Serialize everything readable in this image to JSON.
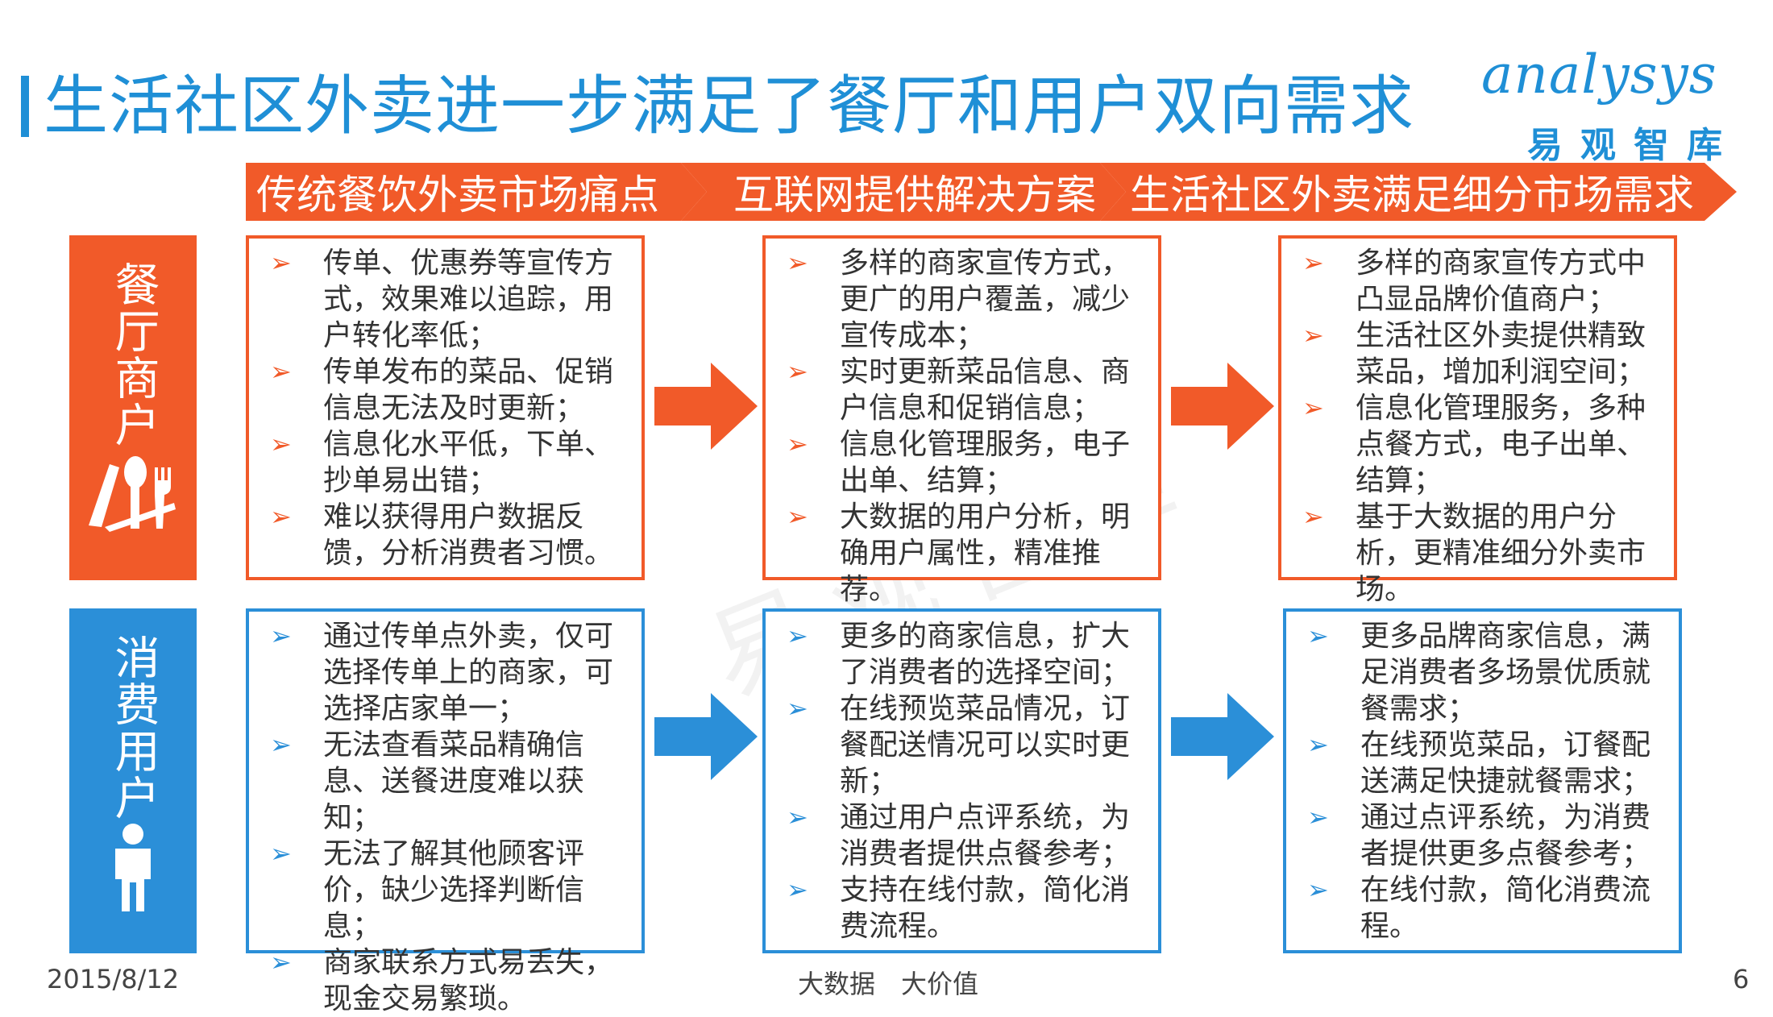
{
  "title": "生活社区外卖进一步满足了餐厅和用户双向需求",
  "logo": {
    "word": "analysys",
    "cn": "易观智库"
  },
  "colors": {
    "orange": "#f15a29",
    "blue": "#2b8fd8",
    "title_blue": "#1f8fd6"
  },
  "headers": [
    "传统餐饮外卖市场痛点",
    "互联网提供解决方案",
    "生活社区外卖满足细分市场需求"
  ],
  "categories": [
    {
      "label": "餐厅商户",
      "icon": "fork-spoon-knife-icon"
    },
    {
      "label": "消费用户",
      "icon": "person-icon"
    }
  ],
  "rows": {
    "merchant": [
      [
        "传单、优惠券等宣传方式，效果难以追踪，用户转化率低；",
        "传单发布的菜品、促销信息无法及时更新；",
        "信息化水平低，下单、抄单易出错；",
        "难以获得用户数据反馈，分析消费者习惯。"
      ],
      [
        "多样的商家宣传方式，更广的用户覆盖，减少宣传成本；",
        "实时更新菜品信息、商户信息和促销信息；",
        "信息化管理服务，电子出单、结算；",
        "大数据的用户分析，明确用户属性，精准推荐。"
      ],
      [
        "多样的商家宣传方式中凸显品牌价值商户；",
        "生活社区外卖提供精致菜品，增加利润空间；",
        "信息化管理服务，多种点餐方式，电子出单、结算；",
        "基于大数据的用户分析，更精准细分外卖市场。"
      ]
    ],
    "consumer": [
      [
        "通过传单点外卖，仅可选择传单上的商家，可选择店家单一；",
        "无法查看菜品精确信息、送餐进度难以获知；",
        "无法了解其他顾客评价，缺少选择判断信息；",
        "商家联系方式易丢失，现金交易繁琐。"
      ],
      [
        "更多的商家信息，扩大了消费者的选择空间；",
        "在线预览菜品情况，订餐配送情况可以实时更新；",
        "通过用户点评系统，为消费者提供点餐参考；",
        "支持在线付款，简化消费流程。"
      ],
      [
        "更多品牌商家信息，满足消费者多场景优质就餐需求；",
        "在线预览菜品，订餐配送满足快捷就餐需求；",
        "通过点评系统，为消费者提供更多点餐参考；",
        "在线付款，简化消费流程。"
      ]
    ]
  },
  "footer": {
    "date": "2015/8/12",
    "center": "大数据　大价值",
    "page": "6"
  }
}
